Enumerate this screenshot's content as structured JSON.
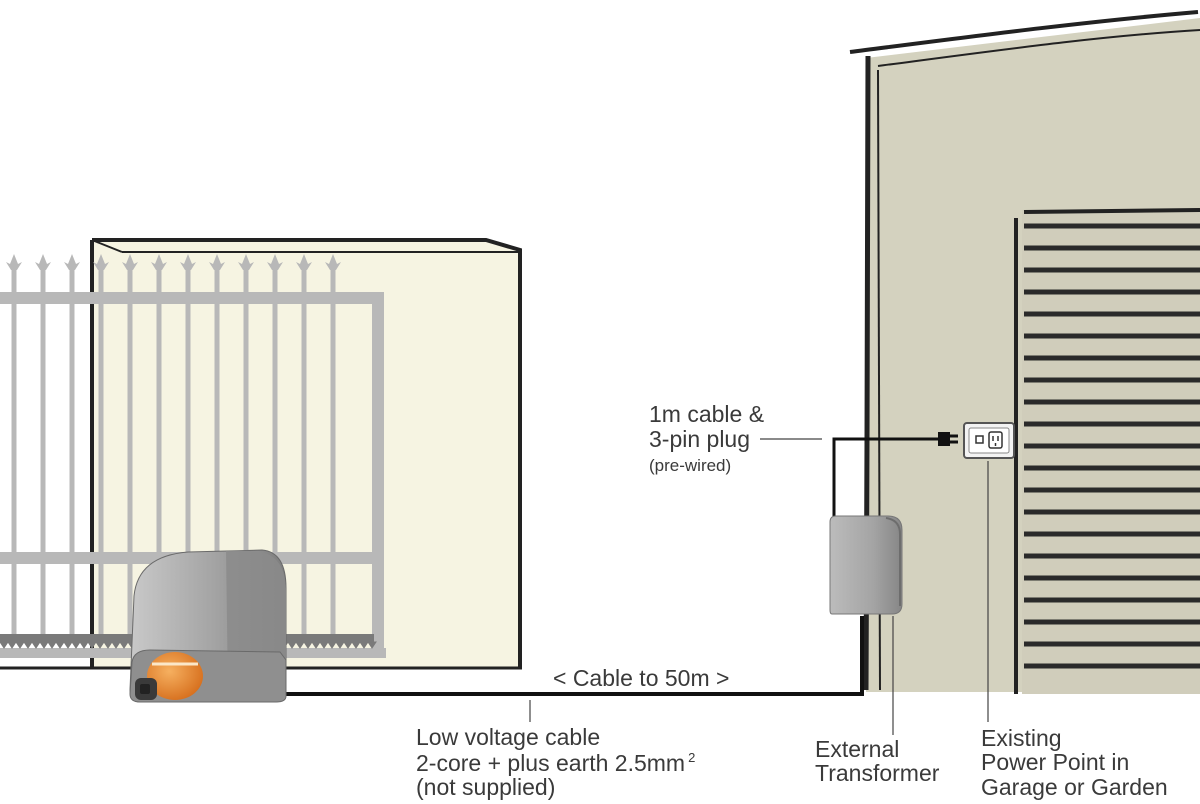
{
  "labels": {
    "plug_line1": "1m cable &",
    "plug_line2": "3-pin plug",
    "plug_note": "(pre-wired)",
    "cable_length": "< Cable to 50m >",
    "low_voltage_line1": "Low voltage cable",
    "low_voltage_line2": "2-core + plus earth 2.5mm",
    "low_voltage_sup": "2",
    "low_voltage_line3": "(not supplied)",
    "transformer_line1": "External",
    "transformer_line2": "Transformer",
    "power_line1": "Existing",
    "power_line2": "Power Point in",
    "power_line3": "Garage or Garden"
  },
  "colors": {
    "wall": "#d4d2bf",
    "pillar": "#f6f4e2",
    "gate": "#b8b8b8",
    "rack": "#7a7a7a",
    "cable": "#111111",
    "motor_body": "#9c9c9c",
    "motor_badge": "#e8842a",
    "transformer": "#a2a2a2",
    "door_slat": "#2a2a2a",
    "text": "#3a3a3a"
  }
}
